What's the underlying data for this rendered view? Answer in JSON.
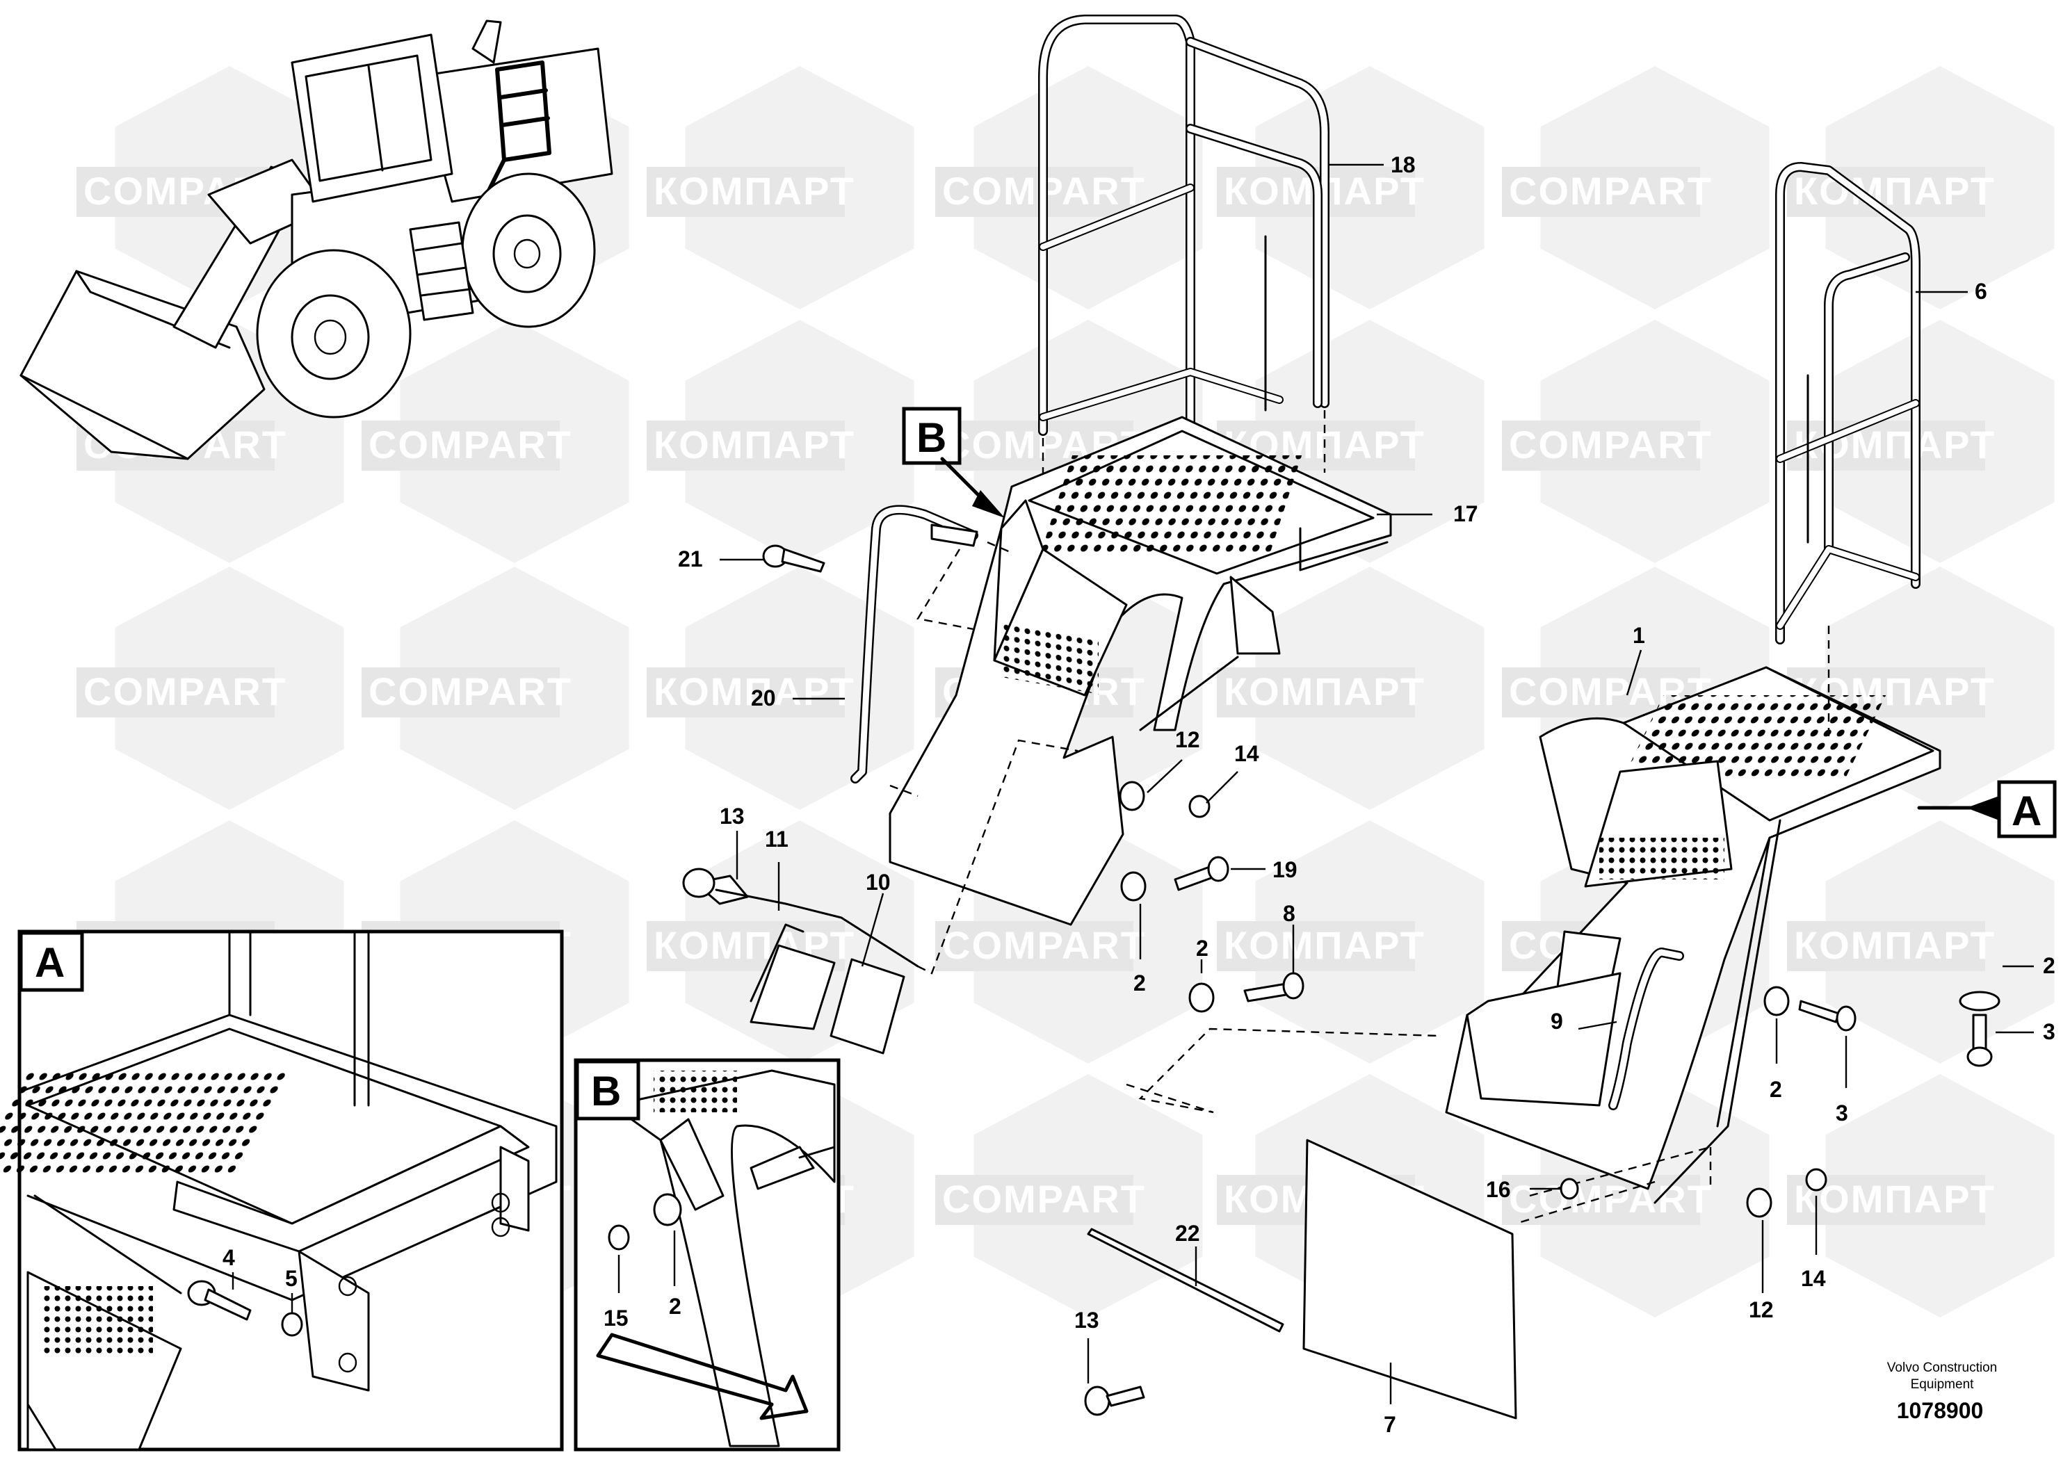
{
  "watermarks": {
    "latin": "COMPART",
    "cyrillic": "КОМПАРТ"
  },
  "callouts": {
    "c1": "1",
    "c2a": "2",
    "c2b": "2",
    "c2c": "2",
    "c2d": "2",
    "c2e": "2",
    "c3a": "3",
    "c3b": "3",
    "c4": "4",
    "c5": "5",
    "c6": "6",
    "c7": "7",
    "c8": "8",
    "c9": "9",
    "c10": "10",
    "c11": "11",
    "c12a": "12",
    "c12b": "12",
    "c13a": "13",
    "c13b": "13",
    "c14a": "14",
    "c14b": "14",
    "c15": "15",
    "c16": "16",
    "c17": "17",
    "c18": "18",
    "c19": "19",
    "c20": "20",
    "c21": "21",
    "c22": "22"
  },
  "view_markers": {
    "a_main": "A",
    "b_main": "B",
    "a_detail": "A",
    "b_detail": "B"
  },
  "footer": {
    "brand_line1": "Volvo Construction",
    "brand_line2": "Equipment",
    "doc_number": "1078900"
  },
  "colors": {
    "watermark_fill": "#e6e6e6",
    "line": "#000000",
    "background": "#ffffff"
  }
}
